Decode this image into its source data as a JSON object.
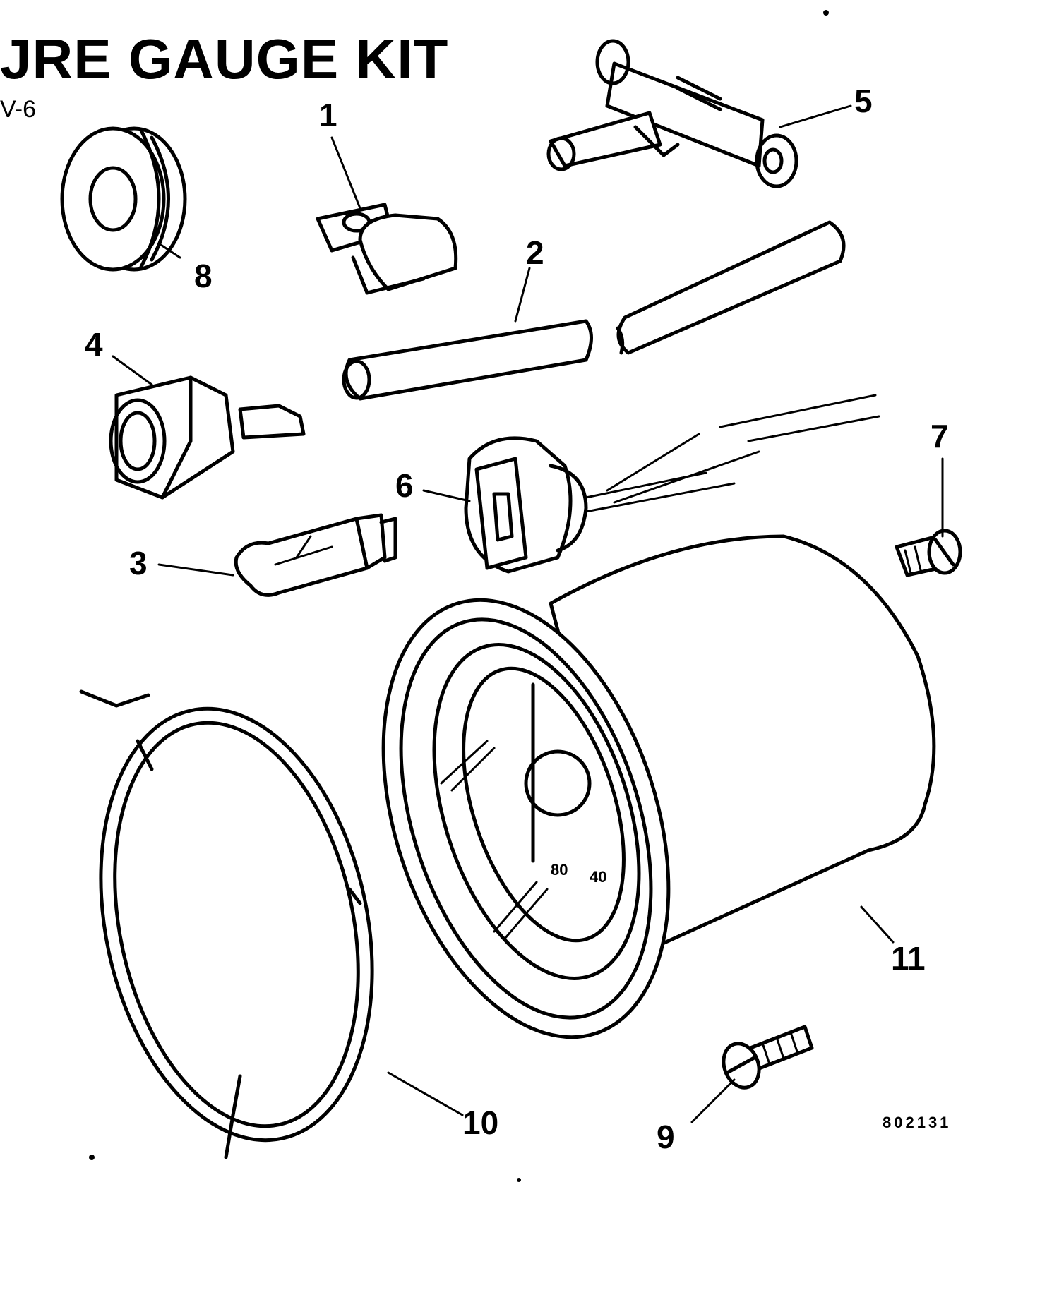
{
  "diagram": {
    "title": "JRE GAUGE KIT",
    "subtitle": "V-6",
    "drawing_code": "802131",
    "callouts": [
      "1",
      "2",
      "3",
      "4",
      "5",
      "6",
      "7",
      "8",
      "9",
      "10",
      "11"
    ]
  }
}
